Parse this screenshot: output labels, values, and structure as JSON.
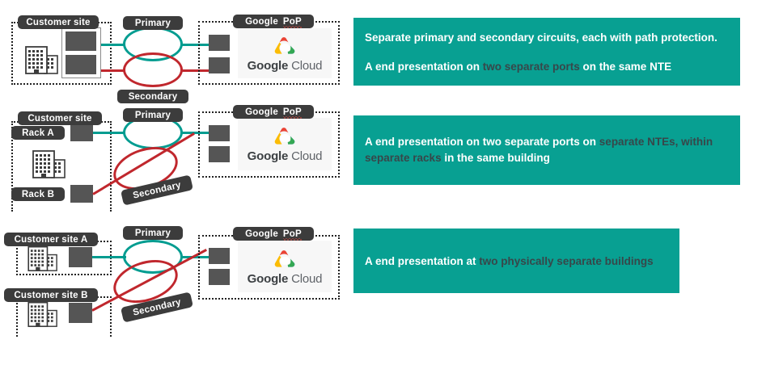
{
  "meta": {
    "colors": {
      "teal_primary": "#009c90",
      "red_secondary": "#c0272d",
      "panel_bg": "#08a092",
      "pill_bg": "#3c3c3c",
      "highlight_text": "#37474a",
      "block_gray": "#555555"
    }
  },
  "labels": {
    "primary": "Primary",
    "secondary": "Secondary",
    "google_pop_prefix": "Google",
    "google_pop_word": "PoP",
    "google_cloud_google": "Google",
    "google_cloud_cloud": "Cloud"
  },
  "rows": [
    {
      "id": "row-1",
      "site_label": "Customer site",
      "panel": {
        "line1_pre": "Separate primary and secondary circuits, each with path protection.",
        "line2_pre": "A end presentation on ",
        "line2_hl": "two separate ports",
        "line2_post": " on the same NTE"
      }
    },
    {
      "id": "row-2",
      "site_label": "Customer site",
      "rack_a_label": "Rack A",
      "rack_b_label": "Rack B",
      "panel": {
        "line1_pre": "A end presentation on two separate ports on ",
        "line1_hl": "separate NTEs, within separate racks",
        "line1_post": " in the same building"
      }
    },
    {
      "id": "row-3",
      "site_a_label": "Customer site A",
      "site_b_label": "Customer site B",
      "panel": {
        "line1_pre": "A end presentation at ",
        "line1_hl": "two physically separate buildings",
        "line1_post": ""
      }
    }
  ]
}
